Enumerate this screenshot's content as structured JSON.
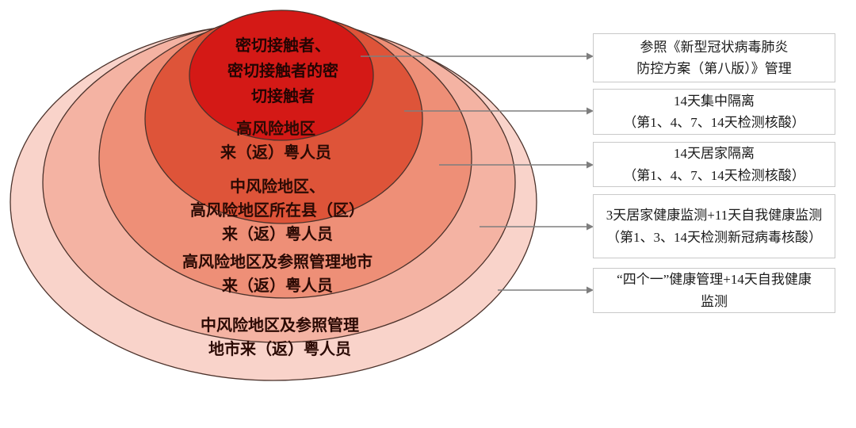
{
  "diagram": {
    "rings": [
      {
        "name": "close-contacts",
        "label": "密切接触者、\n密切接触者的密\n切接触者",
        "color": "#d41916"
      },
      {
        "name": "high-risk-area-arrivals",
        "label": "高风险地区\n来（返）粤人员",
        "color": "#de5439"
      },
      {
        "name": "medium-risk-and-high-risk-county-arrivals",
        "label": "中风险地区、\n高风险地区所在县（区）\n来（返）粤人员",
        "color": "#ee8f77"
      },
      {
        "name": "high-risk-area-and-reference-city-arrivals",
        "label": "高风险地区及参照管理地市\n来（返）粤人员",
        "color": "#f4b3a3"
      },
      {
        "name": "medium-risk-area-and-reference-city-arrivals",
        "label": "中风险地区及参照管理\n地市来（返）粤人员",
        "color": "#f9d3ca"
      }
    ],
    "boxes": [
      {
        "text": "参照《新型冠状病毒肺炎\n防控方案（第八版）》管理"
      },
      {
        "text": "14天集中隔离\n（第1、4、7、14天检测核酸）"
      },
      {
        "text": "14天居家隔离\n（第1、4、7、14天检测核酸）"
      },
      {
        "text": "3天居家健康监测+11天自我健康监测\n（第1、3、14天检测新冠病毒核酸）"
      },
      {
        "text": "“四个一”健康管理+14天自我健康\n监测"
      }
    ],
    "colors": {
      "ring_border": "#4b322b",
      "connector": "#7e7e7e",
      "box_border": "#c9c9c9"
    }
  }
}
